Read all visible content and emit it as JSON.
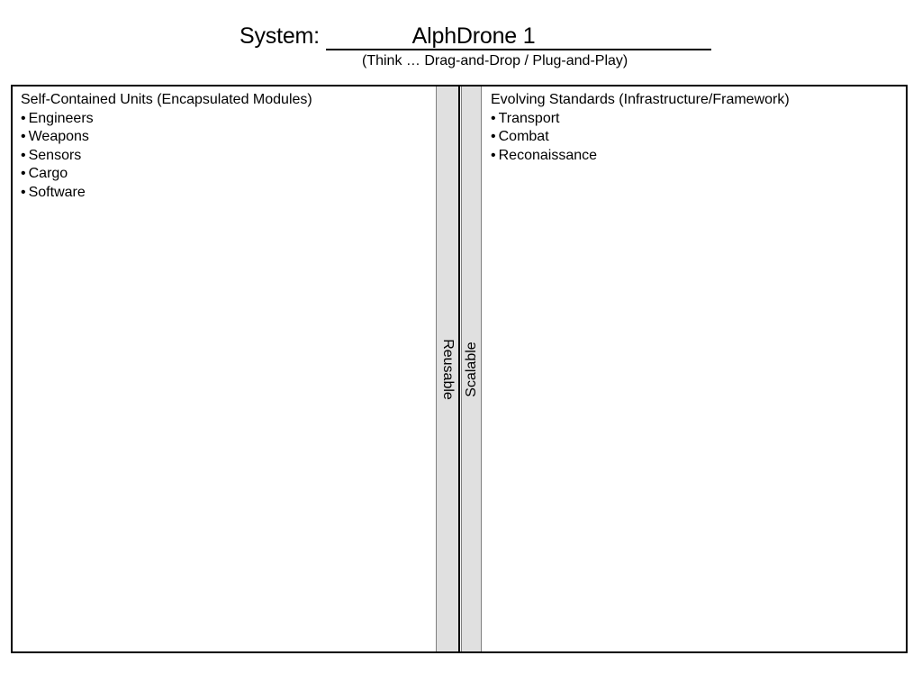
{
  "header": {
    "system_label": "System: ",
    "system_value": "AlphDrone 1",
    "subtitle": "(Think … Drag-and-Drop / Plug-and-Play)"
  },
  "left_panel": {
    "heading": "Self-Contained Units (Encapsulated Modules)",
    "items": [
      "Engineers",
      "Weapons",
      "Sensors",
      "Cargo",
      "Software"
    ]
  },
  "right_panel": {
    "heading": "Evolving Standards (Infrastructure/Framework)",
    "items": [
      "Transport",
      "Combat",
      "Reconaissance"
    ]
  },
  "strips": {
    "reusable_label": "Reusable",
    "scalable_label": "Scalable"
  },
  "colors": {
    "strip_fill": "#e0e0e0",
    "border": "#000000"
  }
}
